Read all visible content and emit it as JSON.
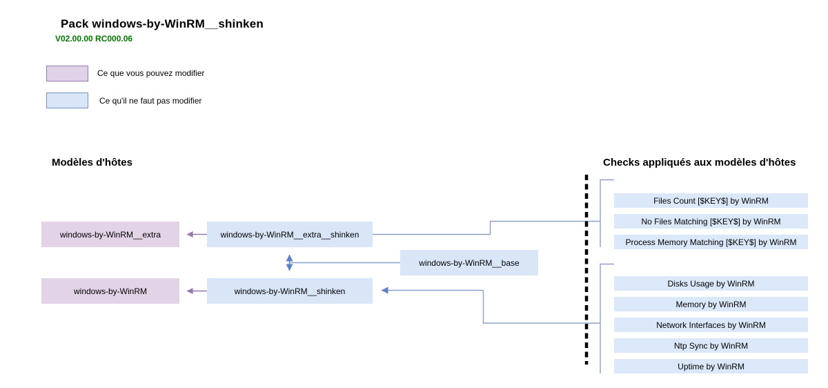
{
  "header": {
    "title": "Pack windows-by-WinRM__shinken",
    "version": "V02.00.00 RC000.06"
  },
  "legend": {
    "modifiable_label": "Ce que vous pouvez modifier",
    "fixed_label": "Ce qu'il ne faut pas modifier"
  },
  "sections": {
    "hosts_title": "Modèles d'hôtes",
    "checks_title": "Checks appliqués aux modèles d'hôtes"
  },
  "models": {
    "extra": "windows-by-WinRM__extra",
    "extra_shinken": "windows-by-WinRM__extra__shinken",
    "base": "windows-by-WinRM__base",
    "winrm": "windows-by-WinRM",
    "shinken": "windows-by-WinRM__shinken"
  },
  "checks": {
    "group1": [
      "Files Count [$KEY$] by WinRM",
      "No Files Matching [$KEY$] by WinRM",
      "Process Memory Matching [$KEY$] by WinRM"
    ],
    "group2": [
      "Disks Usage by WinRM",
      "Memory by WinRM",
      "Network Interfaces by WinRM",
      "Ntp Sync by WinRM",
      "Uptime by WinRM"
    ]
  },
  "colors": {
    "version_text": "#007800",
    "modifiable_fill": "#e2d4e6",
    "modifiable_legend_fill": "#e0d2e8",
    "modifiable_border": "#9678ab",
    "fixed_fill": "#d9e6f8",
    "fixed_legend_border": "#7092c4",
    "check_fill": "#dbe8f9",
    "line_blue": "#8da0cd",
    "arrow_blue": "#5f83c0",
    "arrow_purple": "#9678ab",
    "separator_black": "#000000"
  }
}
